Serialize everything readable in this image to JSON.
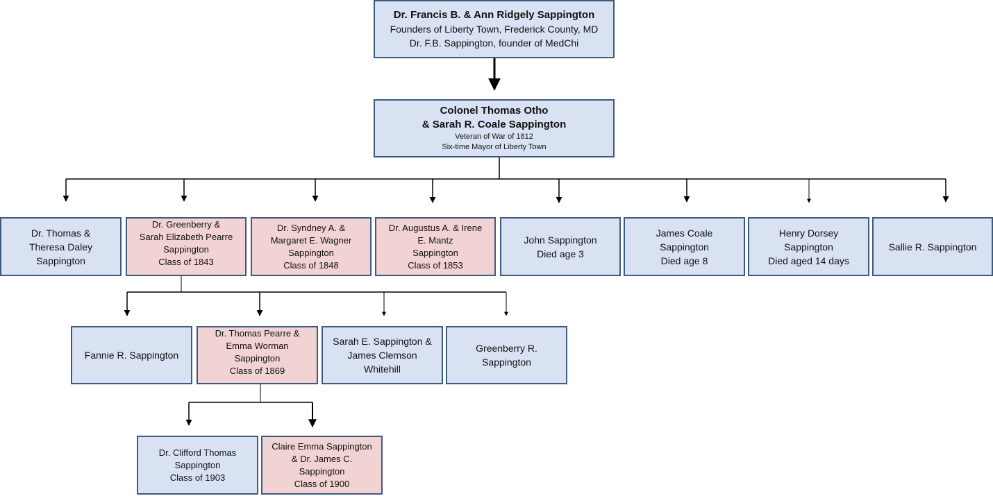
{
  "founders": {
    "name": "Dr. Francis B. & Ann Ridgely Sappington",
    "line1": "Founders of Liberty Town, Frederick County, MD",
    "line2": "Dr. F.B. Sappington, founder of MedChi"
  },
  "colonel": {
    "name1": "Colonel Thomas Otho",
    "name2": "& Sarah R. Coale Sappington",
    "line1": "Veteran of War of 1812",
    "line2": "Six-time Mayor of Liberty Town"
  },
  "children": [
    {
      "lines": [
        "Dr. Thomas &",
        "Theresa Daley",
        "Sappington"
      ]
    },
    {
      "lines": [
        "Dr. Greenberry &",
        "Sarah Elizabeth Pearre",
        "Sappington",
        "Class of 1843"
      ]
    },
    {
      "lines": [
        "Dr. Syndney A. &",
        "Margaret E. Wagner",
        "Sappington",
        "Class of 1848"
      ]
    },
    {
      "lines": [
        "Dr. Augustus A. & Irene",
        "E. Mantz",
        "Sappington",
        "Class of 1853"
      ]
    },
    {
      "lines": [
        "John Sappington",
        "Died age 3"
      ]
    },
    {
      "lines": [
        "James Coale",
        "Sappington",
        "Died age 8"
      ]
    },
    {
      "lines": [
        "Henry Dorsey",
        "Sappington",
        "Died aged 14 days"
      ]
    },
    {
      "lines": [
        "Sallie R. Sappington"
      ]
    }
  ],
  "grandchildren": [
    {
      "lines": [
        "Fannie R. Sappington"
      ]
    },
    {
      "lines": [
        "Dr. Thomas Pearre &",
        "Emma Worman",
        "Sappington",
        "Class of 1869"
      ]
    },
    {
      "lines": [
        "Sarah E. Sappington &",
        "James Clemson",
        "Whitehill"
      ]
    },
    {
      "lines": [
        "Greenberry R.",
        "Sappington"
      ]
    }
  ],
  "great_grandchildren": [
    {
      "lines": [
        "Dr. Clifford Thomas",
        "Sappington",
        "Class of 1903"
      ]
    },
    {
      "lines": [
        "Claire Emma Sappington",
        "& Dr. James C.",
        "Sappington",
        "Class of 1900"
      ]
    }
  ]
}
